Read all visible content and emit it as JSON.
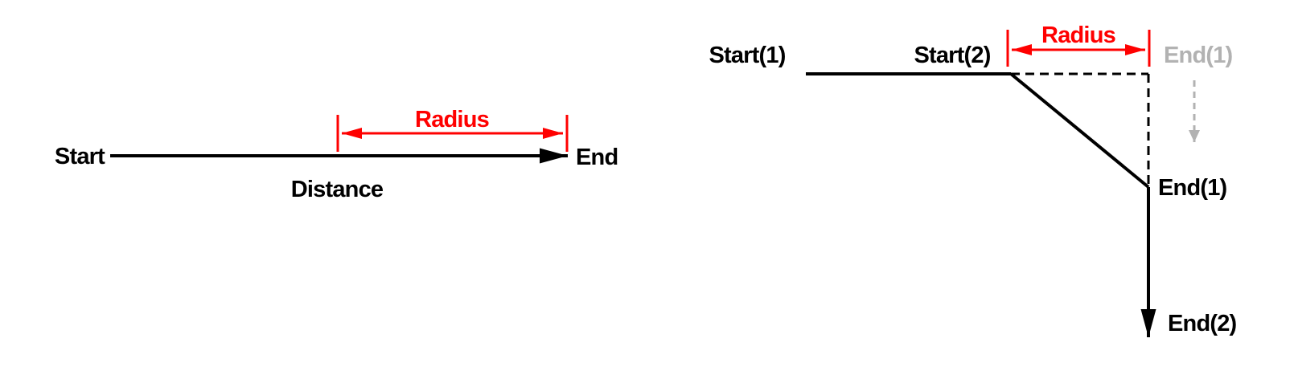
{
  "colors": {
    "line": "#000000",
    "accent_red": "#ff0000",
    "ghost_gray": "#b2b2b2",
    "background": "#ffffff"
  },
  "left_diagram": {
    "start_label": "Start",
    "end_label": "End",
    "radius_label": "Radius",
    "distance_label": "Distance"
  },
  "right_diagram": {
    "start1_label": "Start(1)",
    "start2_label": "Start(2)",
    "radius_label": "Radius",
    "end1_ghost_label": "End(1)",
    "end1_label": "End(1)",
    "end2_label": "End(2)"
  }
}
